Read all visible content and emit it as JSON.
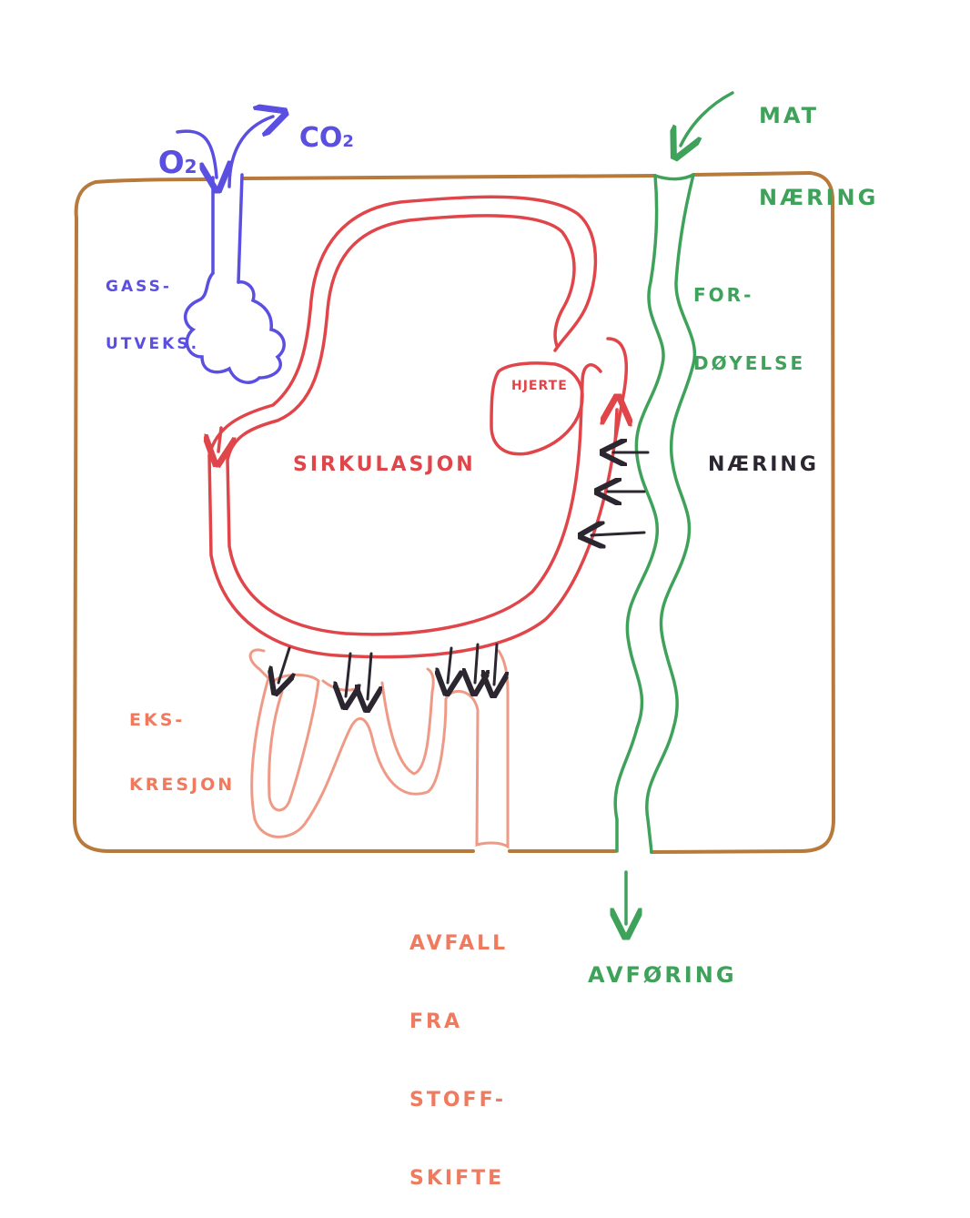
{
  "labels": {
    "o2": "O",
    "o2_sub": "2",
    "co2": "CO",
    "co2_sub": "2",
    "gas_exchange_1": "GASS-",
    "gas_exchange_2": "UTVEKS.",
    "food_1": "MAT",
    "food_2": "NÆRING",
    "digestion_1": "FOR-",
    "digestion_2": "DØYELSE",
    "heart": "HJERTE",
    "circulation": "SIRKULASJON",
    "nutrition": "NÆRING",
    "excretion_1": "EKS-",
    "excretion_2": "KRESJON",
    "waste_1": "AVFALL",
    "waste_2": "FRA",
    "waste_3": "STOFF-",
    "waste_4": "SKIFTE",
    "defecation": "AVFØRING"
  },
  "colors": {
    "body_outline": "#b87a3a",
    "respiration": "#5a4fe0",
    "digestion": "#3fa25a",
    "circulation": "#e0454a",
    "excretion": "#ef9a86",
    "excretion_text": "#ef7a5e",
    "arrows": "#2b2630"
  }
}
